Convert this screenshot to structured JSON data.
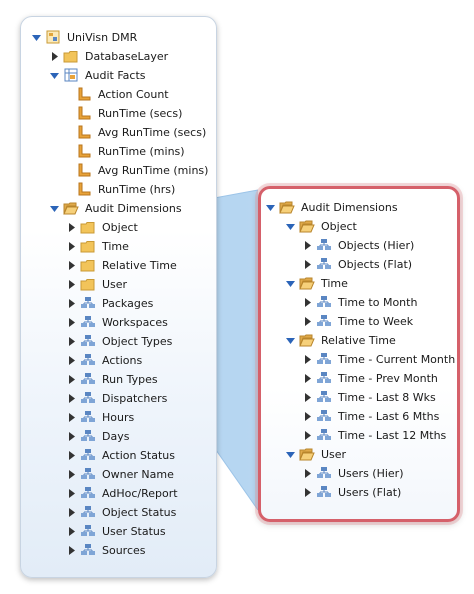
{
  "colors": {
    "expander": "#2b64b8",
    "collapsed_arrow": "#333333",
    "folder": "#f2c45a",
    "measure": "#e8a33a",
    "dimension": "#5a86c2",
    "callout_border": "#d5606a"
  },
  "left_tree": {
    "root": {
      "label": "UniVisn DMR",
      "icon": "model-icon"
    },
    "database_layer": {
      "label": "DatabaseLayer",
      "icon": "folder-icon"
    },
    "audit_facts": {
      "label": "Audit Facts",
      "icon": "fact-table-icon",
      "measures": [
        {
          "label": "Action Count"
        },
        {
          "label": "RunTime (secs)"
        },
        {
          "label": "Avg RunTime (secs)"
        },
        {
          "label": "RunTime (mins)"
        },
        {
          "label": "Avg RunTime (mins)"
        },
        {
          "label": "RunTime (hrs)"
        }
      ]
    },
    "audit_dimensions": {
      "label": "Audit Dimensions",
      "icon": "folder-open-icon",
      "items": [
        {
          "label": "Object",
          "icon": "folder-icon"
        },
        {
          "label": "Time",
          "icon": "folder-icon"
        },
        {
          "label": "Relative Time",
          "icon": "folder-icon"
        },
        {
          "label": "User",
          "icon": "folder-icon"
        },
        {
          "label": "Packages",
          "icon": "dimension-icon"
        },
        {
          "label": "Workspaces",
          "icon": "dimension-icon"
        },
        {
          "label": "Object Types",
          "icon": "dimension-icon"
        },
        {
          "label": "Actions",
          "icon": "dimension-icon"
        },
        {
          "label": "Run Types",
          "icon": "dimension-icon"
        },
        {
          "label": "Dispatchers",
          "icon": "dimension-icon"
        },
        {
          "label": "Hours",
          "icon": "dimension-icon"
        },
        {
          "label": "Days",
          "icon": "dimension-icon"
        },
        {
          "label": "Action Status",
          "icon": "dimension-icon"
        },
        {
          "label": "Owner Name",
          "icon": "dimension-icon"
        },
        {
          "label": "AdHoc/Report",
          "icon": "dimension-icon"
        },
        {
          "label": "Object Status",
          "icon": "dimension-icon"
        },
        {
          "label": "User Status",
          "icon": "dimension-icon"
        },
        {
          "label": "Sources",
          "icon": "dimension-icon"
        }
      ]
    }
  },
  "right_tree": {
    "root": {
      "label": "Audit Dimensions",
      "icon": "folder-open-icon"
    },
    "groups": [
      {
        "label": "Object",
        "icon": "folder-open-icon",
        "items": [
          {
            "label": "Objects (Hier)"
          },
          {
            "label": "Objects (Flat)"
          }
        ]
      },
      {
        "label": "Time",
        "icon": "folder-open-icon",
        "items": [
          {
            "label": "Time to Month"
          },
          {
            "label": "Time to Week"
          }
        ]
      },
      {
        "label": "Relative Time",
        "icon": "folder-open-icon",
        "items": [
          {
            "label": "Time - Current Month"
          },
          {
            "label": "Time - Prev Month"
          },
          {
            "label": "Time - Last 8 Wks"
          },
          {
            "label": "Time - Last 6 Mths"
          },
          {
            "label": "Time - Last 12 Mths"
          }
        ]
      },
      {
        "label": "User",
        "icon": "folder-open-icon",
        "items": [
          {
            "label": "Users (Hier)"
          },
          {
            "label": "Users (Flat)"
          }
        ]
      }
    ]
  }
}
